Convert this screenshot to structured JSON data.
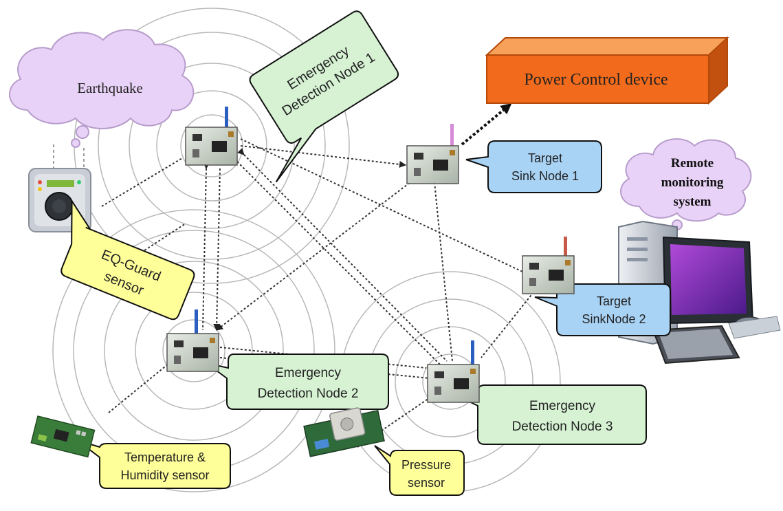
{
  "cloud_earthquake": {
    "label": "Earthquake"
  },
  "power_device": {
    "label": "Power Control device",
    "color": "#f26a1b"
  },
  "remote_cloud": {
    "line1": "Remote",
    "line2": "monitoring",
    "line3": "system"
  },
  "callouts": {
    "node1": {
      "line1": "Emergency",
      "line2": "Detection Node 1"
    },
    "node2": {
      "line1": "Emergency",
      "line2": "Detection Node 2"
    },
    "node3": {
      "line1": "Emergency",
      "line2": "Detection Node 3"
    },
    "sink1": {
      "line1": "Target",
      "line2": "Sink Node 1"
    },
    "sink2": {
      "line1": "Target",
      "line2": "SinkNode 2"
    },
    "eq": {
      "line1": "EQ-Guard",
      "line2": "sensor"
    },
    "temp": {
      "line1": "Temperature &",
      "line2": "Humidity sensor"
    },
    "pressure": {
      "line1": "Pressure",
      "line2": "sensor"
    }
  },
  "colors": {
    "callout_green": "#d6f2d3",
    "callout_blue": "#a9d3f5",
    "callout_yellow": "#ffff99",
    "cloud_purple": "#e9d2f7",
    "link": "#333333",
    "ripple": "#b5b5b5"
  },
  "icons": {
    "node": "sensor-node-board-icon",
    "eq_sensor": "eq-guard-device-icon",
    "temp_sensor": "temperature-humidity-board-icon",
    "pressure_sensor": "pressure-sensor-board-icon",
    "computer": "desktop-computer-icon"
  }
}
